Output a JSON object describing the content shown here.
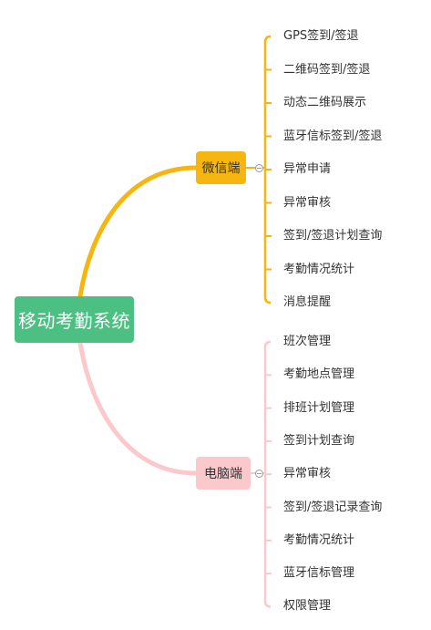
{
  "root": {
    "label": "移动考勤系统",
    "color": "#4cbf82"
  },
  "branches": [
    {
      "label": "微信端",
      "color": "#f6b60f",
      "line_color": "#f6b60f",
      "children": [
        "GPS签到/签退",
        "二维码签到/签退",
        "动态二维码展示",
        "蓝牙信标签到/签退",
        "异常申请",
        "异常审核",
        "签到/签退计划查询",
        "考勤情况统计",
        "消息提醒"
      ]
    },
    {
      "label": "电脑端",
      "color": "#fbc9cc",
      "line_color": "#fbc9cc",
      "children": [
        "班次管理",
        "考勤地点管理",
        "排班计划管理",
        "签到计划查询",
        "异常审核",
        "签到/签退记录查询",
        "考勤情况统计",
        "蓝牙信标管理",
        "权限管理"
      ]
    }
  ]
}
